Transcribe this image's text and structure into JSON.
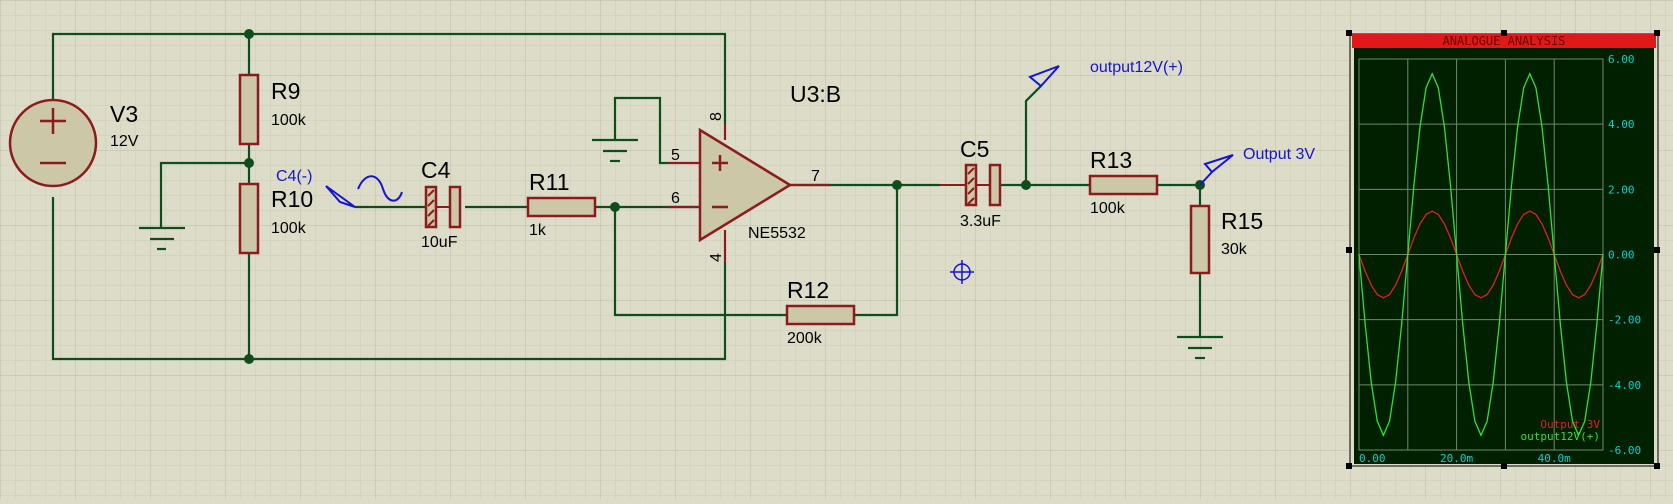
{
  "colors": {
    "background": "#dcdcc8",
    "grid_minor": "#cbcbb6",
    "grid_major": "#bcbca6",
    "wire": "#0f4d1c",
    "component": "#8c1c1c",
    "component_fill": "#ccc7a6",
    "label_text": "#000000",
    "probe_text": "#1414d2",
    "scope_title_bar": "#e01818",
    "scope_bg": "#002000",
    "scope_grid": "#6e8a6e",
    "scope_axis_text": "#00d0d0",
    "trace_red": "#e02020",
    "trace_green": "#30e030"
  },
  "components": {
    "V3": {
      "ref": "V3",
      "value": "12V"
    },
    "R9": {
      "ref": "R9",
      "value": "100k"
    },
    "R10": {
      "ref": "R10",
      "value": "100k"
    },
    "C4": {
      "ref": "C4",
      "value": "10uF"
    },
    "R11": {
      "ref": "R11",
      "value": "1k"
    },
    "U3B": {
      "ref": "U3:B",
      "value": "NE5532",
      "pins": {
        "noninv": "5",
        "inv": "6",
        "out": "7",
        "vplus": "8",
        "vminus": "4"
      }
    },
    "R12": {
      "ref": "R12",
      "value": "200k"
    },
    "C5": {
      "ref": "C5",
      "value": "3.3uF"
    },
    "R13": {
      "ref": "R13",
      "value": "100k"
    },
    "R15": {
      "ref": "R15",
      "value": "30k"
    }
  },
  "probes": {
    "input": "C4(-)",
    "out12": "output12V(+)",
    "out3": "Output 3V"
  },
  "chart_data": {
    "type": "line",
    "title": "ANALOGUE ANALYSIS",
    "xlim": [
      0,
      50
    ],
    "ylim": [
      -6,
      6
    ],
    "x_ticks": [
      "0.00",
      "20.0m",
      "40.0m"
    ],
    "x_tick_values": [
      0,
      20,
      40
    ],
    "y_ticks": [
      "6.00",
      "4.00",
      "2.00",
      "0.00",
      "-2.00",
      "-4.00",
      "-6.00"
    ],
    "y_tick_values": [
      6,
      4,
      2,
      0,
      -2,
      -4,
      -6
    ],
    "grid": true,
    "legend_position": "bottom-right",
    "series": [
      {
        "name": "Output 3V",
        "color": "#e02020",
        "x": [
          0,
          1.25,
          2.5,
          3.75,
          5,
          6.25,
          7.5,
          8.75,
          10,
          11.25,
          12.5,
          13.75,
          15,
          16.25,
          17.5,
          18.75,
          20,
          21.25,
          22.5,
          23.75,
          25,
          26.25,
          27.5,
          28.75,
          30,
          31.25,
          32.5,
          33.75,
          35,
          36.25,
          37.5,
          38.75,
          40,
          41.25,
          42.5,
          43.75,
          45,
          46.25,
          47.5,
          48.75,
          50
        ],
        "values": [
          0,
          -0.51,
          -0.94,
          -1.23,
          -1.33,
          -1.23,
          -0.94,
          -0.51,
          0,
          0.51,
          0.94,
          1.23,
          1.33,
          1.23,
          0.94,
          0.51,
          0,
          -0.51,
          -0.94,
          -1.23,
          -1.33,
          -1.23,
          -0.94,
          -0.51,
          0,
          0.51,
          0.94,
          1.23,
          1.33,
          1.23,
          0.94,
          0.51,
          0,
          -0.51,
          -0.94,
          -1.23,
          -1.33,
          -1.23,
          -0.94,
          -0.51,
          0
        ]
      },
      {
        "name": "output12V(+)",
        "color": "#30e030",
        "x": [
          0,
          1.25,
          2.5,
          3.75,
          5,
          6.25,
          7.5,
          8.75,
          10,
          11.25,
          12.5,
          13.75,
          15,
          16.25,
          17.5,
          18.75,
          20,
          21.25,
          22.5,
          23.75,
          25,
          26.25,
          27.5,
          28.75,
          30,
          31.25,
          32.5,
          33.75,
          35,
          36.25,
          37.5,
          38.75,
          40,
          41.25,
          42.5,
          43.75,
          45,
          46.25,
          47.5,
          48.75,
          50
        ],
        "values": [
          0,
          -2.12,
          -3.92,
          -5.12,
          -5.55,
          -5.12,
          -3.92,
          -2.12,
          0,
          2.12,
          3.92,
          5.12,
          5.55,
          5.12,
          3.92,
          2.12,
          0,
          -2.12,
          -3.92,
          -5.12,
          -5.55,
          -5.12,
          -3.92,
          -2.12,
          0,
          2.12,
          3.92,
          5.12,
          5.55,
          5.12,
          3.92,
          2.12,
          0,
          -2.12,
          -3.92,
          -5.12,
          -5.55,
          -5.12,
          -3.92,
          -2.12,
          0
        ]
      }
    ]
  }
}
